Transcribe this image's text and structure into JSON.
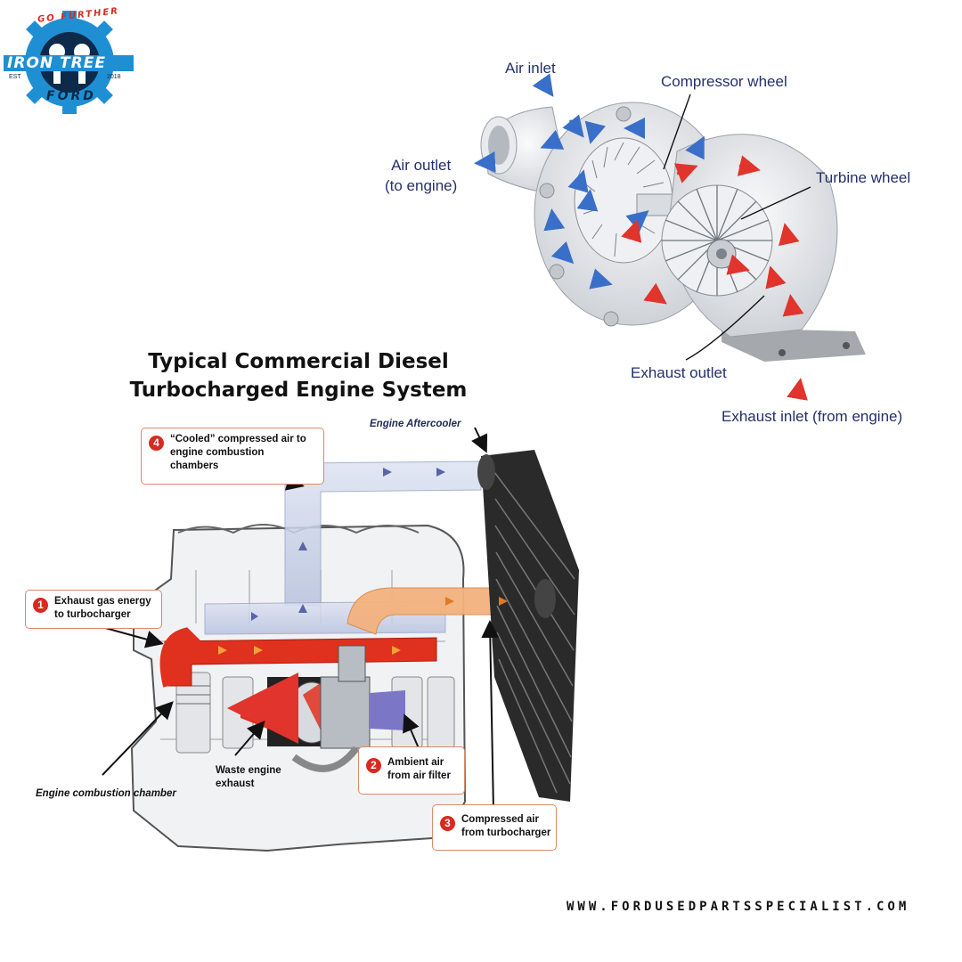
{
  "logo": {
    "tagline": "GO FURTHER",
    "name": "IRON TREE",
    "est": "EST",
    "year": "2018",
    "brand": "FORD",
    "brand_color": "#1f8fd4"
  },
  "turbo": {
    "labels": {
      "air_inlet": "Air inlet",
      "compressor_wheel": "Compressor wheel",
      "air_outlet_line1": "Air outlet",
      "air_outlet_line2": "(to engine)",
      "turbine_wheel": "Turbine wheel",
      "exhaust_outlet": "Exhaust outlet",
      "exhaust_inlet": "Exhaust inlet (from engine)"
    },
    "colors": {
      "intake_arrow": "#3a6fc9",
      "exhaust_arrow": "#e0342c",
      "label": "#24306a"
    }
  },
  "engine": {
    "title_line1": "Typical Commercial Diesel",
    "title_line2": "Turbocharged Engine System",
    "aftercooler": "Engine Aftercooler",
    "callouts": {
      "c1": {
        "num": "1",
        "line1": "Exhaust gas energy",
        "line2": "to turbocharger"
      },
      "c2": {
        "num": "2",
        "line1": "Ambient air",
        "line2": "from air filter"
      },
      "c3": {
        "num": "3",
        "line1": "Compressed air",
        "line2": "from turbocharger"
      },
      "c4": {
        "num": "4",
        "line1": "“Cooled” compressed air to",
        "line2": "engine combustion",
        "line3": "chambers"
      }
    },
    "waste_line1": "Waste engine",
    "waste_line2": "exhaust",
    "combustion_chamber": "Engine combustion chamber",
    "colors": {
      "exhaust": "#e0301e",
      "compressed": "#f4b27e",
      "cooled": "#c9d3ea",
      "callout_number": "#d72b1f"
    }
  },
  "footer": {
    "website": "WWW.FORDUSEDPARTSSPECIALIST.COM"
  }
}
